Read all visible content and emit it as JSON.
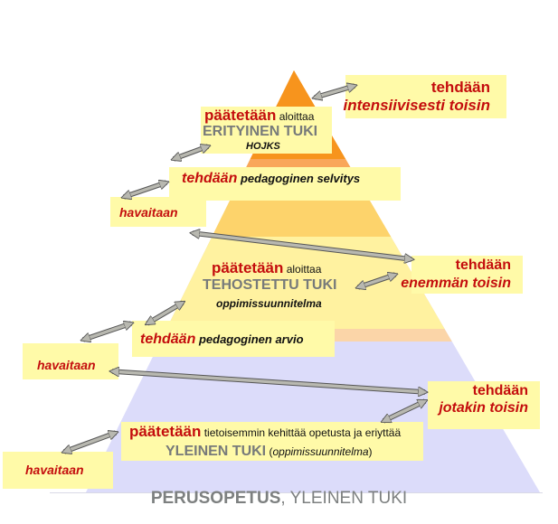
{
  "diagram": {
    "type": "support-pyramid",
    "layers": [
      {
        "name": "erityinen-tuki",
        "color": "#f7941d"
      },
      {
        "name": "erityinen-tuki-band",
        "color": "#f9a65a"
      },
      {
        "name": "tehostettu-tuki-upper",
        "color": "#fdd36b"
      },
      {
        "name": "tehostettu-tuki",
        "color": "#fff2a0"
      },
      {
        "name": "transition-band",
        "color": "#fbd5a8"
      },
      {
        "name": "yleinen-tuki",
        "color": "#dcdcfa"
      }
    ],
    "box_color": "#fffaa8",
    "accent_red": "#c40d0d",
    "gray_text": "#777a7a",
    "arrow_color": "#b8b8b0"
  },
  "boxes": {
    "intensive": {
      "line1": "tehdään",
      "line2": "intensiivisesti toisin"
    },
    "special": {
      "verb": "päätetään",
      "rest": " aloittaa",
      "level": "ERITYINEN TUKI",
      "doc": "HOJKS"
    },
    "ped_survey": {
      "verb": "tehdään",
      "rest": " pedagoginen selvitys"
    },
    "notice_top": {
      "text": "havaitaan"
    },
    "intensified": {
      "verb": "päätetään",
      "rest": " aloittaa",
      "level": "TEHOSTETTU TUKI",
      "doc": "oppimissuunnitelma"
    },
    "more_different": {
      "line1": "tehdään",
      "line2": "enemmän toisin"
    },
    "ped_assessment": {
      "verb": "tehdään",
      "rest": " pedagoginen arvio"
    },
    "notice_mid": {
      "text": "havaitaan"
    },
    "something_different": {
      "line1": "tehdään",
      "line2": "jotakin toisin"
    },
    "general": {
      "verb": "päätetään",
      "rest": " tietoisemmin kehittää opetusta ja eriyttää",
      "level": "YLEINEN TUKI",
      "doc_open": " (",
      "doc": "oppimissuunnitelma",
      "doc_close": ")"
    },
    "notice_bottom": {
      "text": "havaitaan"
    }
  },
  "footer": {
    "bold": "PERUSOPETUS",
    "rest": ", YLEINEN TUKI"
  }
}
